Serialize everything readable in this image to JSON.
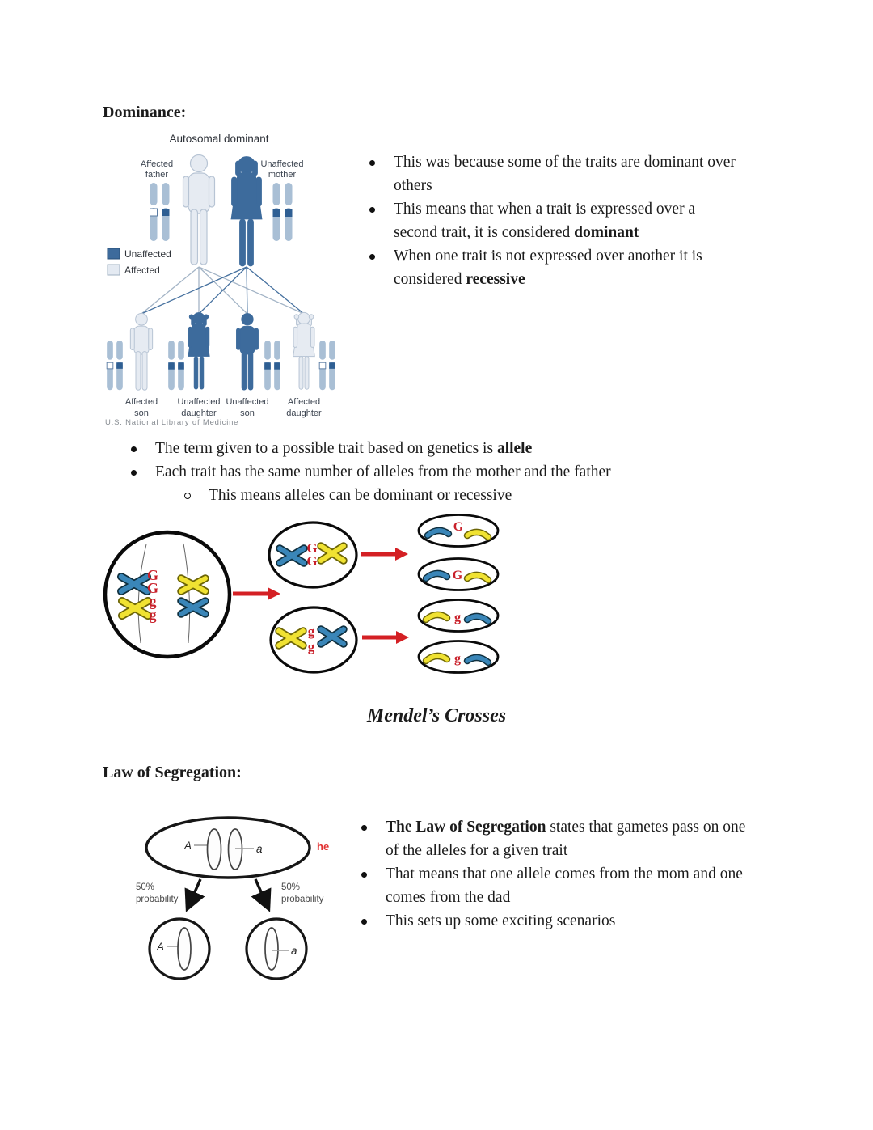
{
  "headings": {
    "dominance": "Dominance:",
    "mendels_crosses": "Mendel’s Crosses",
    "law_of_segregation": "Law of Segregation:"
  },
  "dominance_bullets": [
    {
      "body": "This was because some of the traits are dominant over others",
      "bold": ""
    },
    {
      "body": "This means that when a trait is expressed over a second trait, it is considered ",
      "bold": "dominant"
    },
    {
      "body": "When one trait is not expressed over another it is considered ",
      "bold": "recessive"
    }
  ],
  "allele_bullets": {
    "b1_body": "The term given to a possible trait based on genetics is ",
    "b1_bold": "allele",
    "b2_body": "Each trait has the same number of alleles from the mother and the father",
    "sub_body": "This means alleles can be dominant or recessive"
  },
  "segregation_bullets": [
    {
      "bold": "The Law of Segregation",
      "body": " states that gametes pass on one of the alleles for a given trait"
    },
    {
      "bold": "",
      "body": "That means that one allele comes from the mom and one comes from the dad"
    },
    {
      "bold": "",
      "body": "This sets up some exciting scenarios"
    }
  ],
  "pedigree": {
    "title": "Autosomal dominant",
    "father_line1": "Affected",
    "father_line2": "father",
    "mother_line1": "Unaffected",
    "mother_line2": "mother",
    "legend": {
      "unaffected": "Unaffected",
      "affected": "Affected"
    },
    "children": [
      {
        "line1": "Affected",
        "line2": "son"
      },
      {
        "line1": "Unaffected",
        "line2": "daughter"
      },
      {
        "line1": "Unaffected",
        "line2": "son"
      },
      {
        "line1": "Affected",
        "line2": "daughter"
      }
    ],
    "credit": "U.S. National Library of Medicine",
    "colors": {
      "unaffected_fill": "#3d6b9c",
      "affected_fill": "#e6ebf2",
      "chromosome": "#a9bfd5",
      "band_dark": "#2f5f93"
    }
  },
  "meiosis": {
    "labels": {
      "big_top1": "G",
      "big_top2": "G",
      "big_bottom1": "g",
      "big_bottom2": "g",
      "cell_top1": "G",
      "cell_top2": "G",
      "cell_bottom1": "g",
      "cell_bottom2": "g",
      "oval1": "G",
      "oval2": "G",
      "oval3": "g",
      "oval4": "g"
    },
    "colors": {
      "blue": "#3a86b8",
      "yellow": "#f0e232",
      "letter_red": "#c9202a",
      "arrow_red": "#d42024"
    }
  },
  "segregation_figure": {
    "allele_A": "A",
    "allele_a": "a",
    "left_pct": "50%",
    "left_word": "probability",
    "right_pct": "50%",
    "right_word": "probability",
    "gamete_A": "A",
    "gamete_a": "a",
    "red_fragment": "he"
  }
}
